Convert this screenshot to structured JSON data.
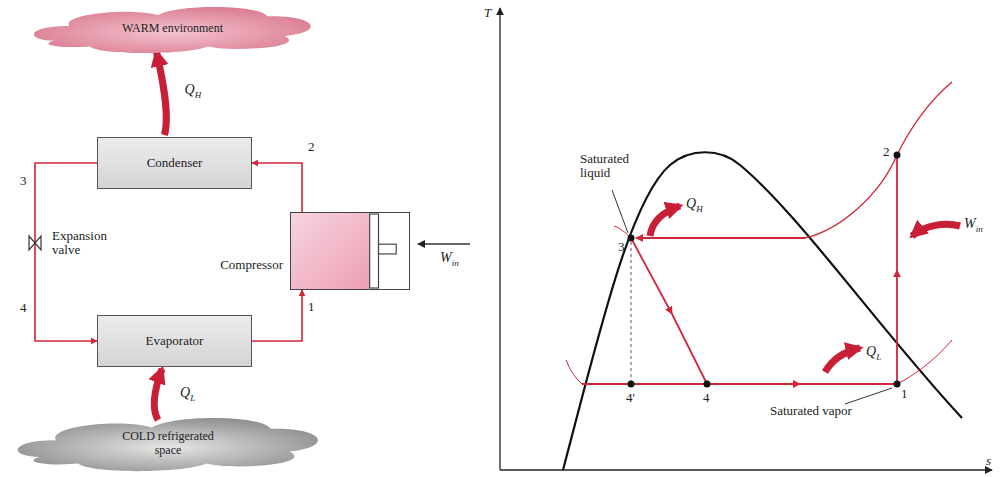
{
  "diagram": {
    "nodes": [
      {
        "text": [
          "WARM environment"
        ]
      },
      {
        "text": [
          "Condenser"
        ]
      },
      {
        "text": [
          "Compressor"
        ]
      },
      {
        "text": [
          "Evaporator"
        ]
      },
      {
        "text": [
          "COLD refrigerated space"
        ]
      }
    ],
    "edges": [
      {
        "from": 2,
        "to": 1,
        "arrow": "to"
      },
      {
        "from": 1,
        "to": 3,
        "arrow": "to"
      },
      {
        "from": 3,
        "to": 2,
        "arrow": "to"
      },
      {
        "from": 1,
        "to": 0,
        "arrow": "to",
        "label": "QH"
      },
      {
        "from": 4,
        "to": 3,
        "arrow": "to",
        "label": "QL"
      }
    ],
    "labels": [
      "Expansion valve",
      "3",
      "4",
      "2",
      "1",
      "Win",
      "T",
      "s",
      "Saturated liquid",
      "Saturated vapor",
      "3",
      "2",
      "4'",
      "4",
      "1",
      "QH",
      "QL",
      "Win"
    ]
  }
}
